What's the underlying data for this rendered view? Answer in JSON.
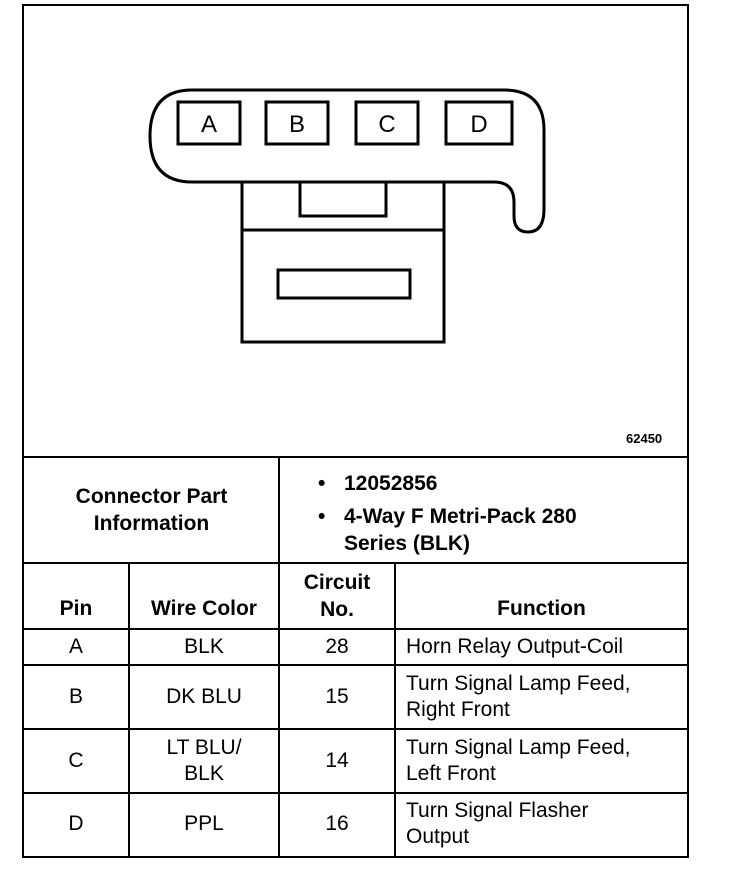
{
  "diagram": {
    "pins": [
      "A",
      "B",
      "C",
      "D"
    ],
    "figure_number": "62450"
  },
  "connector_info": {
    "label_line1": "Connector Part",
    "label_line2": "Information",
    "items": [
      {
        "line1": "12052856",
        "line2": ""
      },
      {
        "line1": "4-Way F Metri-Pack 280",
        "line2": "Series (BLK)"
      }
    ]
  },
  "table": {
    "headers": {
      "pin": "Pin",
      "wire_color": "Wire Color",
      "circuit_line1": "Circuit",
      "circuit_line2": "No.",
      "function": "Function"
    },
    "rows": [
      {
        "pin": "A",
        "wire_line1": "BLK",
        "wire_line2": "",
        "circuit": "28",
        "function_line1": "Horn Relay Output-Coil",
        "function_line2": ""
      },
      {
        "pin": "B",
        "wire_line1": "DK BLU",
        "wire_line2": "",
        "circuit": "15",
        "function_line1": "Turn Signal Lamp Feed,",
        "function_line2": "Right Front"
      },
      {
        "pin": "C",
        "wire_line1": "LT BLU/",
        "wire_line2": "BLK",
        "circuit": "14",
        "function_line1": "Turn Signal Lamp Feed,",
        "function_line2": "Left Front"
      },
      {
        "pin": "D",
        "wire_line1": "PPL",
        "wire_line2": "",
        "circuit": "16",
        "function_line1": "Turn Signal Flasher",
        "function_line2": "Output"
      }
    ]
  }
}
